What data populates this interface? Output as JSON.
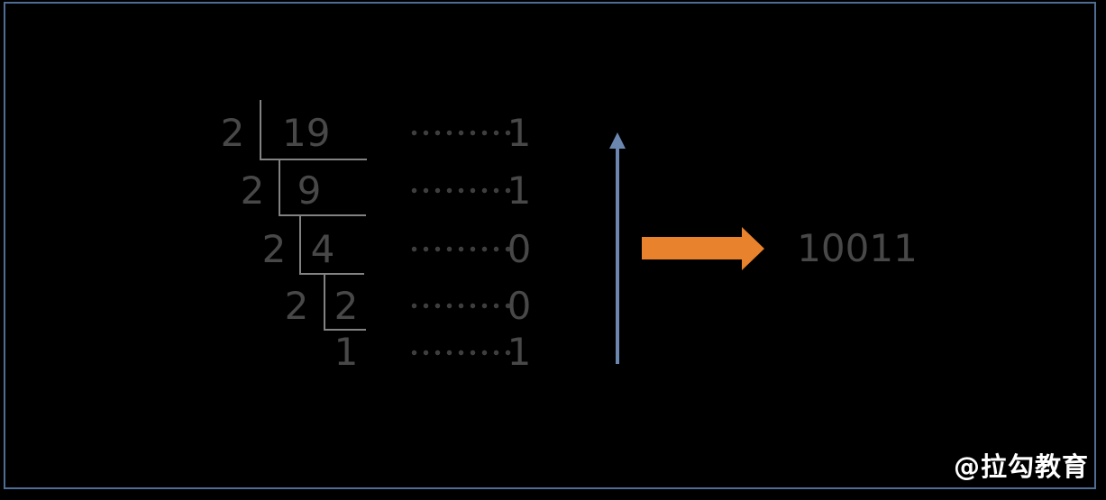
{
  "ladder": {
    "rows": [
      {
        "divisor": "2",
        "dividend": "19",
        "remainder": "1"
      },
      {
        "divisor": "2",
        "dividend": "9",
        "remainder": "1"
      },
      {
        "divisor": "2",
        "dividend": "4",
        "remainder": "0"
      },
      {
        "divisor": "2",
        "dividend": "2",
        "remainder": "0"
      },
      {
        "divisor": "",
        "dividend": "1",
        "remainder": "1"
      }
    ]
  },
  "result": {
    "value": "10011"
  },
  "watermark": {
    "text": "@拉勾教育"
  },
  "colors": {
    "background": "#000000",
    "border": "#4E6C94",
    "digits": "#484848",
    "lines": "#828282",
    "dots": "#3E3E3E",
    "blue_arrow": "#6B87AF",
    "orange_arrow": "#E8822C",
    "result_text": "#484848",
    "watermark_text": "#FFFFFF"
  }
}
